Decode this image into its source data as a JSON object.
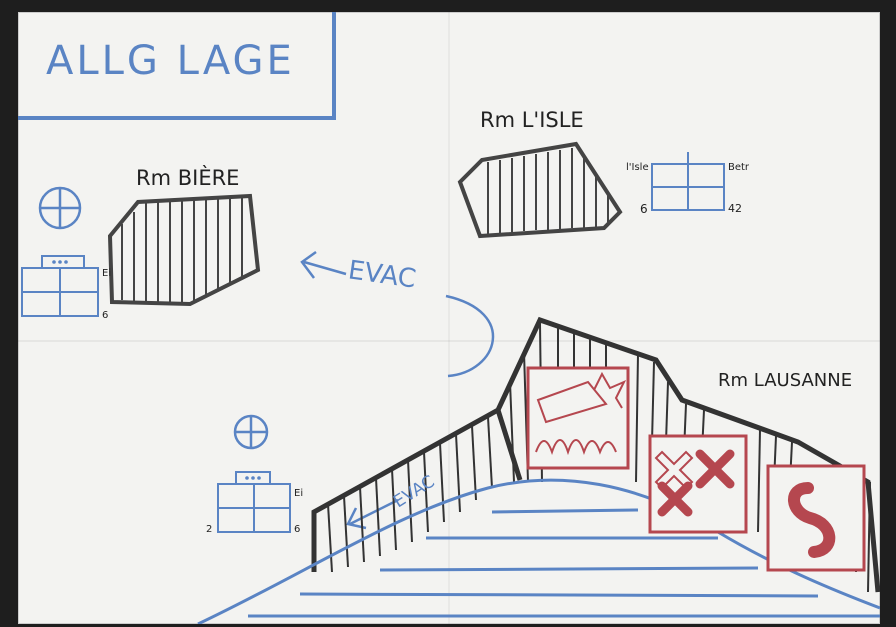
{
  "title": "ALLG LAGE",
  "rooms": {
    "biere": "Rm BIÈRE",
    "lisle": "Rm L'ISLE",
    "lausanne": "Rm LAUSANNE"
  },
  "evac_labels": {
    "top": "EVAC",
    "lower": "EVAC"
  },
  "tables": {
    "lisle": {
      "tl": "l'Isle",
      "tr": "Betr",
      "bl": "6",
      "br": "42"
    },
    "left": {
      "tr": "Ei",
      "br": "6"
    },
    "center": {
      "tr": "Ei",
      "bl": "2",
      "br": "6"
    }
  },
  "colors": {
    "paper": "#f3f3f1",
    "blue": "#5a84c4",
    "ink": "#333333",
    "red": "#b5474f"
  }
}
